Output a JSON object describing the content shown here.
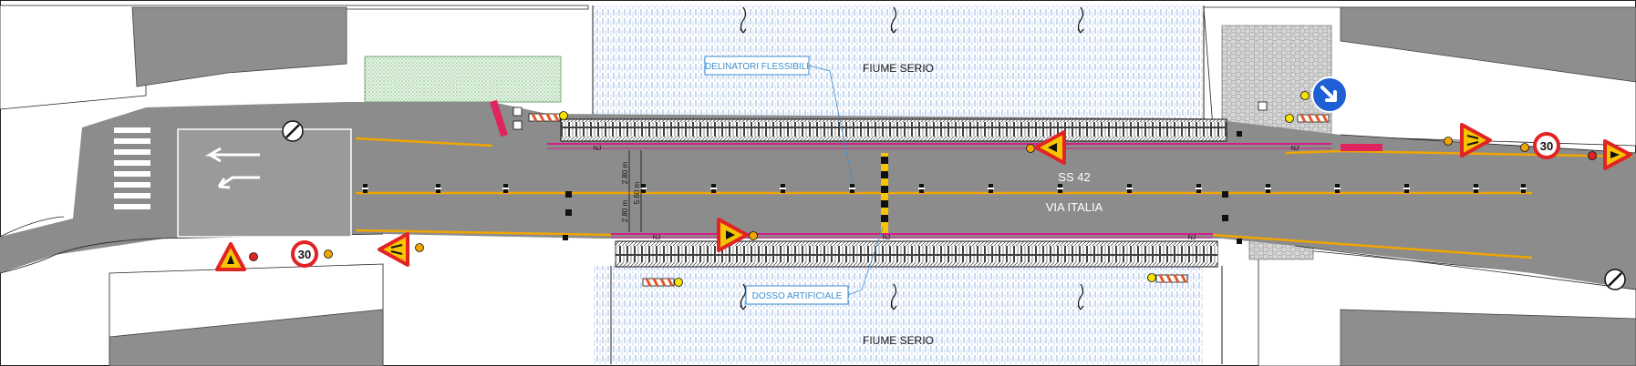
{
  "plan": {
    "river_label_top": "FIUME SERIO",
    "river_label_bottom": "FIUME SERIO",
    "road_code": "SS 42",
    "road_name": "VIA ITALIA",
    "callout_delineators": "DELINATORI FLESSIBILI",
    "callout_speed_bump": "DOSSO ARTIFICIALE",
    "dimension_lane_1": "2.80 m",
    "dimension_lane_2": "2.80 m",
    "dimension_total": "5.60 m",
    "barrier_label": "NJ",
    "speed_limit_left": "30",
    "speed_limit_right": "30"
  },
  "colors": {
    "road": "#8c8c8c",
    "river_hatch": "#4a7bd1",
    "center_line": "#f0a500",
    "barrier_stripe": "#d81b8a",
    "sign_border": "#e02424",
    "sign_fill": "#f6c400",
    "mandatory_sign": "#1f5fd6",
    "callout": "#3b8fd0"
  },
  "icons": [
    "warning-sign-icon",
    "speed-limit-sign-icon",
    "no-entry-sign-icon",
    "keep-right-sign-icon",
    "roadwork-barrier-icon",
    "traffic-light-icon",
    "delineator-post-icon",
    "flow-arrow-icon"
  ]
}
